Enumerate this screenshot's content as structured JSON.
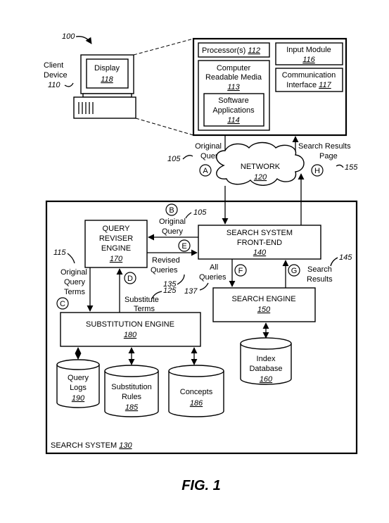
{
  "figure": {
    "caption": "FIG. 1",
    "ref_main": "100"
  },
  "client": {
    "label_line1": "Client",
    "label_line2": "Device",
    "label_num": "110",
    "display_label": "Display",
    "display_num": "118"
  },
  "device_panel": {
    "processor_label": "Processor(s)",
    "processor_num": "112",
    "input_label": "Input Module",
    "input_num": "116",
    "crm_line1": "Computer",
    "crm_line2": "Readable Media",
    "crm_num": "113",
    "comm_line1": "Communication",
    "comm_line2": "Interface",
    "comm_num": "117",
    "apps_line1": "Software",
    "apps_line2": "Applications",
    "apps_num": "114"
  },
  "network": {
    "label": "NETWORK",
    "num": "120"
  },
  "flows": {
    "original_query_top_1": "Original",
    "original_query_top_2": "Query",
    "ref_105_top": "105",
    "search_results_page_1": "Search Results",
    "search_results_page_2": "Page",
    "ref_155": "155",
    "original_query_mid_1": "Original",
    "original_query_mid_2": "Query",
    "ref_105_mid": "105",
    "revised_queries_1": "Revised",
    "revised_queries_2": "Queries",
    "ref_135": "135",
    "all_queries_1": "All",
    "all_queries_2": "Queries",
    "ref_137": "137",
    "search_results_1": "Search",
    "search_results_2": "Results",
    "ref_145": "145",
    "original_query_terms_1": "Original",
    "original_query_terms_2": "Query",
    "original_query_terms_3": "Terms",
    "ref_115": "115",
    "substitute_terms_1": "Substitute",
    "substitute_terms_2": "Terms",
    "ref_125": "125"
  },
  "steps": {
    "A": "A",
    "B": "B",
    "C": "C",
    "D": "D",
    "E": "E",
    "F": "F",
    "G": "G",
    "H": "H"
  },
  "search_system": {
    "label": "SEARCH SYSTEM",
    "num": "130",
    "query_reviser_1": "QUERY",
    "query_reviser_2": "REVISER",
    "query_reviser_3": "ENGINE",
    "query_reviser_num": "170",
    "front_end_1": "SEARCH SYSTEM",
    "front_end_2": "FRONT-END",
    "front_end_num": "140",
    "search_engine_label": "SEARCH ENGINE",
    "search_engine_num": "150",
    "substitution_engine_label": "SUBSTITUTION ENGINE",
    "substitution_engine_num": "180"
  },
  "databases": {
    "index_1": "Index",
    "index_2": "Database",
    "index_num": "160",
    "query_logs_1": "Query",
    "query_logs_2": "Logs",
    "query_logs_num": "190",
    "sub_rules_1": "Substitution",
    "sub_rules_2": "Rules",
    "sub_rules_num": "185",
    "concepts_1": "Concepts",
    "concepts_num": "186"
  }
}
